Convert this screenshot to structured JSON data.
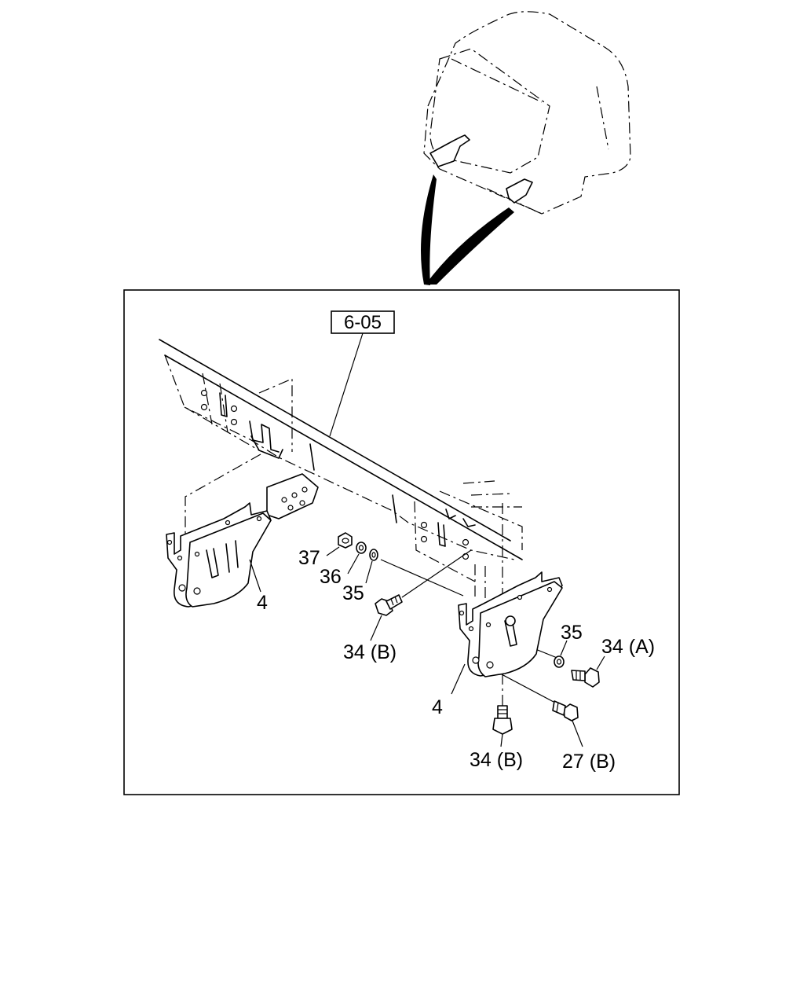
{
  "diagram": {
    "reference_box": "6-05",
    "callouts": {
      "c37": "37",
      "c36": "36",
      "c35a": "35",
      "c4a": "4",
      "c34b_1": "34 (B)",
      "c35b": "35",
      "c34a": "34 (A)",
      "c4b": "4",
      "c34b_2": "34 (B)",
      "c27b": "27 (B)"
    }
  }
}
